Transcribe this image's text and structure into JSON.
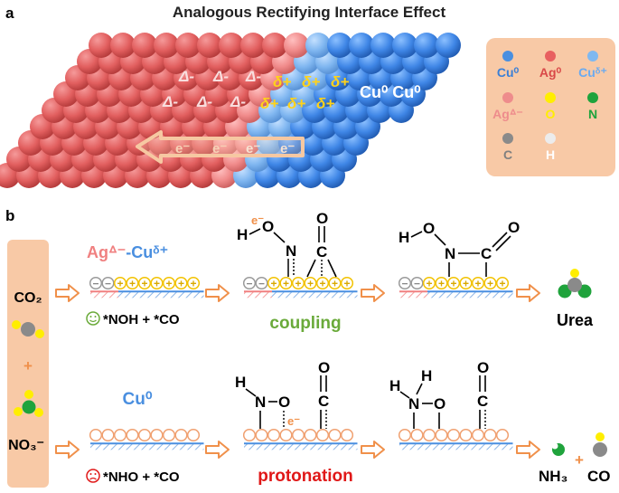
{
  "panel_a": {
    "letter": "a",
    "title": "Analogous Rectifying Interface Effect",
    "delta_minus": [
      "Δ-",
      "Δ-",
      "Δ-",
      "Δ-",
      "Δ-",
      "Δ-"
    ],
    "delta_plus": [
      "δ+",
      "δ+",
      "δ+",
      "δ+",
      "δ+",
      "δ+"
    ],
    "cu_label": "Cu⁰ Cu⁰",
    "electrons": [
      "e⁻",
      "e⁻",
      "e⁻",
      "e⁻"
    ],
    "legend": [
      {
        "label": "Cu⁰",
        "color": "#4a8fe0",
        "text_color": "#3b7fd6"
      },
      {
        "label": "Ag⁰",
        "color": "#e86060",
        "text_color": "#d94848"
      },
      {
        "label": "Cuᵟ⁺",
        "color": "#7fb8f0",
        "text_color": "#6aaaf0"
      },
      {
        "label": "Agᐞ⁻",
        "color": "#ee8c8c",
        "text_color": "#ee8c8c"
      },
      {
        "label": "O",
        "color": "#ffee00",
        "text_color": "#ffee00"
      },
      {
        "label": "N",
        "color": "#1fa33c",
        "text_color": "#1fa33c"
      },
      {
        "label": "C",
        "color": "#8a8a8a",
        "text_color": "#808080"
      },
      {
        "label": "H",
        "color": "#ececec",
        "text_color": "#ffffff"
      }
    ]
  },
  "panel_b": {
    "letter": "b",
    "reactants": {
      "co2": "CO₂",
      "plus": "+",
      "no3": "NO₃⁻"
    },
    "top": {
      "catalyst_ag": "Agᐞ⁻",
      "catalyst_cu": "-Cuᵟ⁺",
      "intermediates": "*NOH + *CO",
      "step_label": "coupling",
      "product": "Urea",
      "s1_e": "e⁻",
      "s1_h": "H",
      "s1_o": "O",
      "s1_n": "N",
      "s1_o2": "O",
      "s1_c": "C",
      "s2_h": "H",
      "s2_o": "O",
      "s2_n": "N",
      "s2_c": "C",
      "s2_o2": "O"
    },
    "bottom": {
      "catalyst": "Cu⁰",
      "intermediates": "*NHO + *CO",
      "step_label": "protonation",
      "product_1": "NH₃",
      "plus": "+",
      "product_2": "CO",
      "s1_h": "H",
      "s1_n": "N",
      "s1_o": "O",
      "s1_e": "e⁻",
      "s1_o2": "O",
      "s1_c": "C",
      "s2_h1": "H",
      "s2_h2": "H",
      "s2_n": "N",
      "s2_o": "O",
      "s2_o2": "O",
      "s2_c": "C"
    },
    "surface_signs": {
      "minus": "−",
      "plus": "+"
    },
    "colors": {
      "arrow": "#f0904a",
      "coupling": "#6aaa3a",
      "protonation": "#e01818",
      "panel_bg": "#f8c9a6",
      "cu_blue": "#4a8fe0",
      "ag_pink": "#f08080"
    }
  }
}
